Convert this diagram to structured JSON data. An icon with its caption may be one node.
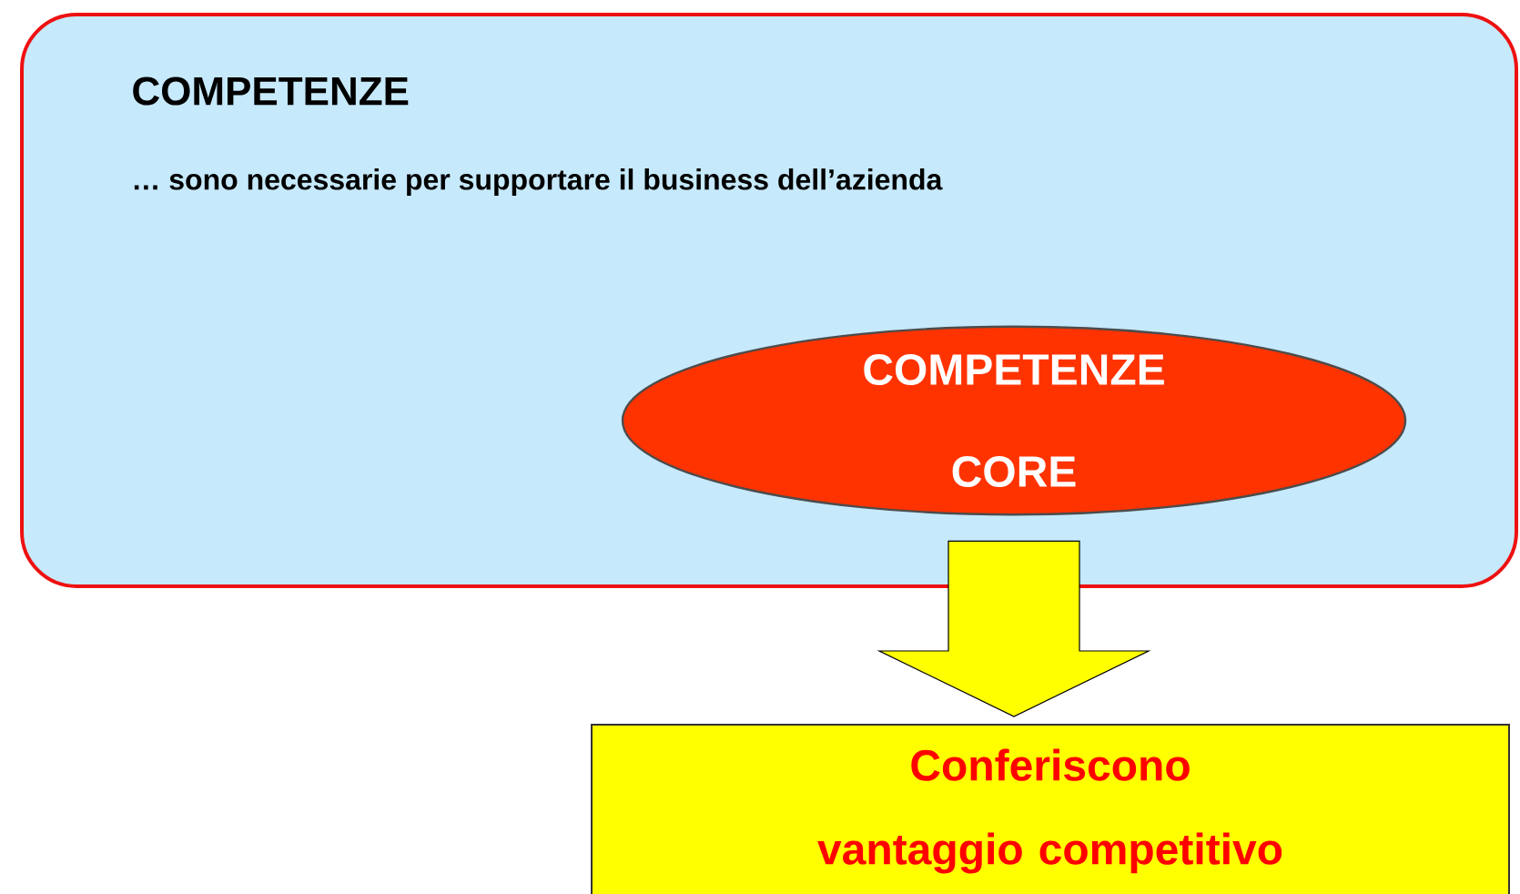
{
  "diagram": {
    "nodes": [
      {
        "text": [
          "COMPETENZE",
          "… sono necessarie per supportare il business dell’azienda"
        ]
      },
      {
        "text": [
          "COMPETENZE CORE"
        ],
        "in": 0
      },
      {
        "text": [
          "Conferiscono vantaggio competitivo"
        ]
      }
    ],
    "edges": [
      {
        "from": 1,
        "to": 2,
        "arrow": "to"
      }
    ]
  }
}
